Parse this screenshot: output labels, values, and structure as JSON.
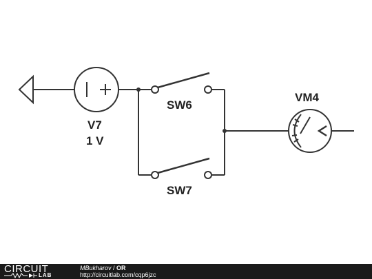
{
  "schematic": {
    "source": {
      "name": "V7",
      "value": "1 V"
    },
    "switch_top": {
      "name": "SW6"
    },
    "switch_bottom": {
      "name": "SW7"
    },
    "meter": {
      "name": "VM4"
    }
  },
  "footer": {
    "logo_top": "CIRCUIT",
    "logo_bottom": "LAB",
    "author": "MBukharov",
    "separator": " / ",
    "title": "OR",
    "url": "http://circuitlab.com/cqp6jzc"
  }
}
